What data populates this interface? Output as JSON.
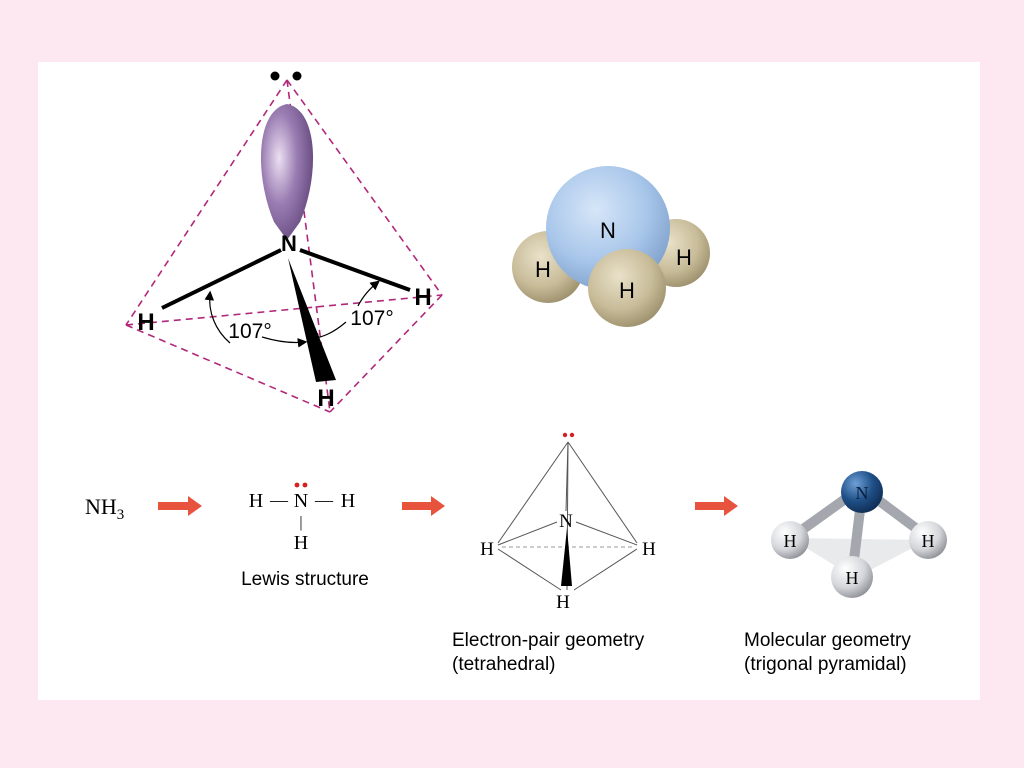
{
  "colors": {
    "background": "#fde8f1",
    "panel": "#ffffff",
    "tetra_dash": "#b1287a",
    "lone_pair_lobe": "#7a5a94",
    "nitrogen_sphere": "#a8c6ea",
    "hydrogen_sphere": "#c8bc99",
    "arrow": "#e8533d",
    "lewis_dots": "#d32020",
    "ballstick_n": "#1f4f87",
    "ballstick_h": "#d4d6da"
  },
  "orbital_model": {
    "n_label": "N",
    "h_left": "H",
    "h_right": "H",
    "h_bottom": "H",
    "angle_left": "107°",
    "angle_right": "107°"
  },
  "space_filling": {
    "n_label": "N",
    "h_left": "H",
    "h_center": "H",
    "h_right": "H"
  },
  "sequence": {
    "formula_main": "NH",
    "formula_sub": "3",
    "lewis": {
      "h_left": "H",
      "bond_left": "—",
      "n": "N",
      "bond_right": "—",
      "h_right": "H",
      "bond_down": "|",
      "h_bottom": "H",
      "caption": "Lewis structure"
    },
    "electron_pair": {
      "n": "N",
      "h_left": "H",
      "h_right": "H",
      "h_bottom": "H",
      "caption_line1": "Electron-pair geometry",
      "caption_line2": "(tetrahedral)"
    },
    "molecular": {
      "n": "N",
      "h_left": "H",
      "h_right": "H",
      "h_bottom": "H",
      "caption_line1": "Molecular geometry",
      "caption_line2": "(trigonal pyramidal)"
    }
  }
}
